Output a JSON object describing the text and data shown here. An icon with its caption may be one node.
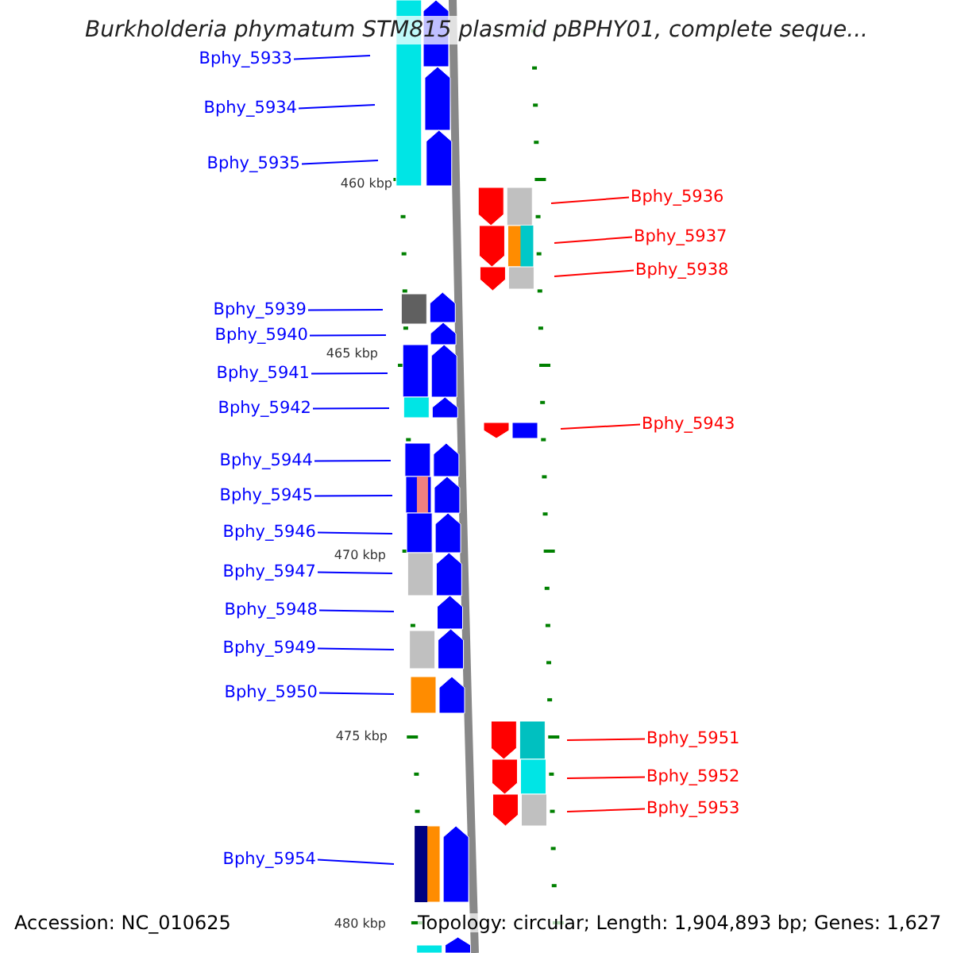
{
  "diagram": {
    "title": "Burkholderia phymatum STM815 plasmid pBPHY01, complete seque...",
    "nodes": [
      {
        "text": [
          "Bphy_5933"
        ]
      },
      {
        "text": [
          "Bphy_5934"
        ]
      },
      {
        "text": [
          "Bphy_5935"
        ]
      },
      {
        "text": [
          "Bphy_5936"
        ]
      },
      {
        "text": [
          "Bphy_5937"
        ]
      },
      {
        "text": [
          "Bphy_5938"
        ]
      },
      {
        "text": [
          "Bphy_5939"
        ]
      },
      {
        "text": [
          "Bphy_5940"
        ]
      },
      {
        "text": [
          "Bphy_5941"
        ]
      },
      {
        "text": [
          "Bphy_5942"
        ]
      },
      {
        "text": [
          "Bphy_5943"
        ]
      },
      {
        "text": [
          "Bphy_5944"
        ]
      },
      {
        "text": [
          "Bphy_5945"
        ]
      },
      {
        "text": [
          "Bphy_5946"
        ]
      },
      {
        "text": [
          "Bphy_5947"
        ]
      },
      {
        "text": [
          "Bphy_5948"
        ]
      },
      {
        "text": [
          "Bphy_5949"
        ]
      },
      {
        "text": [
          "Bphy_5950"
        ]
      },
      {
        "text": [
          "Bphy_5951"
        ]
      },
      {
        "text": [
          "Bphy_5952"
        ]
      },
      {
        "text": [
          "Bphy_5953"
        ]
      },
      {
        "text": [
          "Bphy_5954"
        ]
      }
    ],
    "edges": [
      {
        "from": 0,
        "to": null,
        "arrow": "none"
      },
      {
        "from": 1,
        "to": null,
        "arrow": "none"
      },
      {
        "from": 2,
        "to": null,
        "arrow": "none"
      },
      {
        "from": 3,
        "to": null,
        "arrow": "none",
        "color": "#ff0000"
      },
      {
        "from": 4,
        "to": null,
        "arrow": "none",
        "color": "#ff0000"
      },
      {
        "from": 5,
        "to": null,
        "arrow": "none",
        "color": "#ff0000"
      },
      {
        "from": 6,
        "to": null,
        "arrow": "none"
      },
      {
        "from": 7,
        "to": null,
        "arrow": "none"
      },
      {
        "from": 8,
        "to": null,
        "arrow": "none"
      },
      {
        "from": 9,
        "to": null,
        "arrow": "none"
      },
      {
        "from": 10,
        "to": null,
        "arrow": "none",
        "color": "#ff0000"
      },
      {
        "from": 11,
        "to": null,
        "arrow": "none"
      },
      {
        "from": 12,
        "to": null,
        "arrow": "none"
      },
      {
        "from": 13,
        "to": null,
        "arrow": "none"
      },
      {
        "from": 14,
        "to": null,
        "arrow": "none"
      },
      {
        "from": 15,
        "to": null,
        "arrow": "none"
      },
      {
        "from": 16,
        "to": null,
        "arrow": "none"
      },
      {
        "from": 17,
        "to": null,
        "arrow": "none"
      },
      {
        "from": 18,
        "to": null,
        "arrow": "none",
        "color": "#ff0000"
      },
      {
        "from": 19,
        "to": null,
        "arrow": "none",
        "color": "#ff0000"
      },
      {
        "from": 20,
        "to": null,
        "arrow": "none",
        "color": "#ff0000"
      },
      {
        "from": 21,
        "to": null,
        "arrow": "none"
      }
    ],
    "labels": [
      "460 kbp",
      "465 kbp",
      "470 kbp",
      "475 kbp",
      "480 kbp",
      "Accession: NC_010625",
      "Topology: circular; Length: 1,904,893 bp; Genes: 1,627"
    ]
  }
}
